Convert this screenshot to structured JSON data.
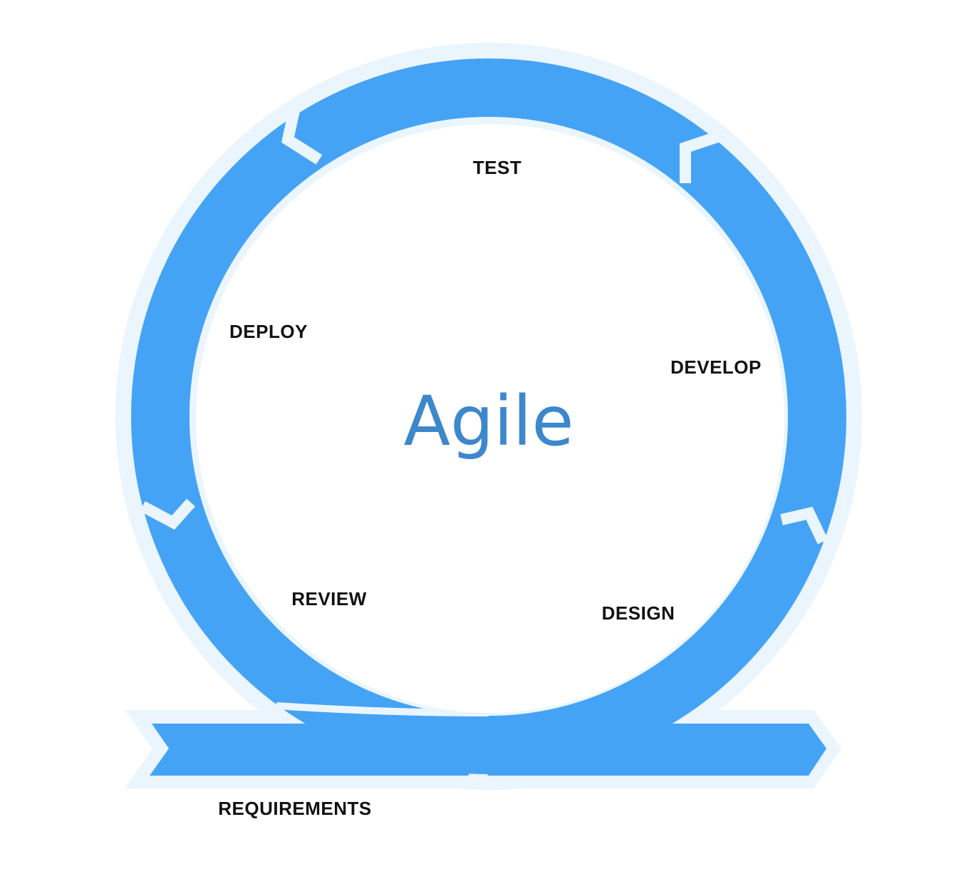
{
  "diagram": {
    "title": "Agile",
    "phases": {
      "test": "TEST",
      "deploy": "DEPLOY",
      "develop": "DEVELOP",
      "review": "REVIEW",
      "design": "DESIGN",
      "requirements": "REQUIREMENTS"
    },
    "colors": {
      "ring": "#45a3f5",
      "halo": "#eaf5fe",
      "gap": "#ffffff",
      "title": "#3d87cc",
      "label": "#111111"
    }
  }
}
